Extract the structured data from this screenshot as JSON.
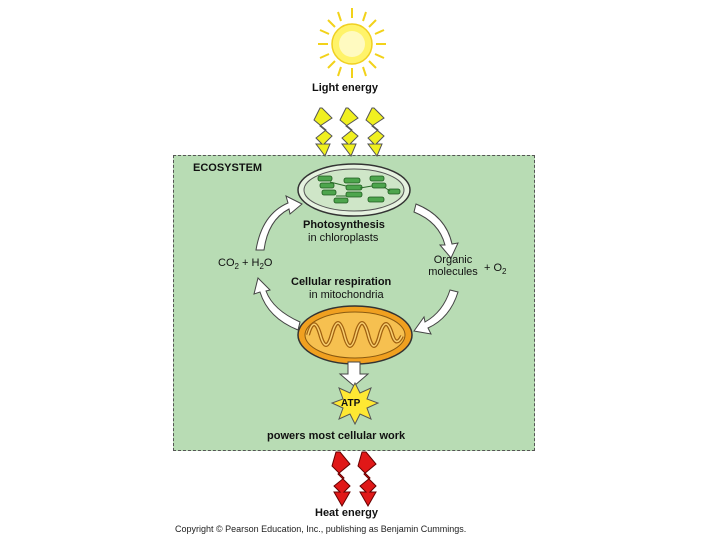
{
  "labels": {
    "light_energy": "Light energy",
    "ecosystem": "ECOSYSTEM",
    "photosynthesis": "Photosynthesis",
    "in_chloroplasts": "in chloroplasts",
    "cellular_respiration": "Cellular respiration",
    "in_mitochondria": "in mitochondria",
    "co2_h2o": {
      "co": "CO",
      "sub2": "2",
      "plus_h": " + H",
      "sub2b": "2",
      "o": "O"
    },
    "organic_molecules_line1": "Organic",
    "organic_molecules_line2": "molecules",
    "plus_o2": {
      "plus": "+ O",
      "sub": "2"
    },
    "atp": "ATP",
    "powers_work": "powers most cellular work",
    "heat_energy": "Heat energy",
    "copyright": "Copyright © Pearson Education, Inc., publishing as Benjamin Cummings."
  },
  "colors": {
    "ecosystem_fill": "#b8dcb4",
    "sun": "#ffe833",
    "light_bolt": "#f0f020",
    "heat_bolt": "#e01818",
    "chloroplast": "#5aa85a",
    "mitochondrion": "#e69a1e",
    "atp_burst": "#ffe833"
  },
  "icons": [
    "sun-icon",
    "chloroplast-icon",
    "mitochondrion-icon",
    "atp-burst-icon",
    "light-bolt-icon",
    "heat-bolt-icon"
  ]
}
